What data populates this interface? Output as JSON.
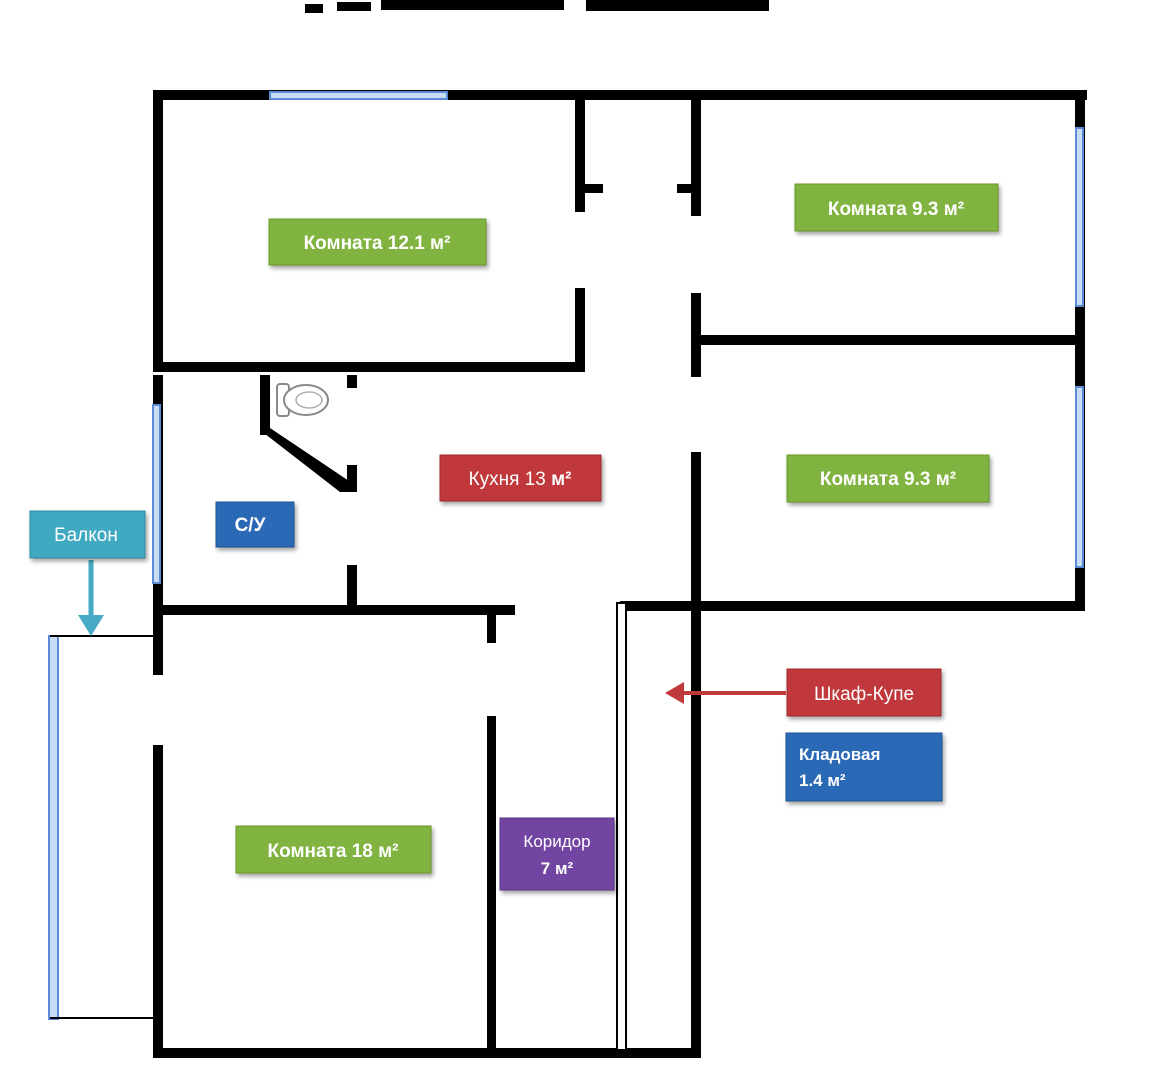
{
  "colors": {
    "wall": "#000000",
    "window_fill": "#c9dcf5",
    "window_stroke": "#5b8bd6",
    "green_label": "#80b340",
    "red_label": "#c0393b",
    "blue_label": "#2c69b6",
    "purple_label": "#7344a2",
    "cyan_label": "#3fa9c2",
    "cyan_arrow": "#47aac4",
    "red_arrow": "#c0393b"
  },
  "rooms": {
    "room_top_left": "Комната 12.1 м²",
    "room_top_right": "Комната 9.3 м²",
    "room_mid_right": "Комната 9.3 м²",
    "room_bottom_left": "Комната 18 м²",
    "kitchen_name": "Кухня 13",
    "kitchen_unit": "м²",
    "bathroom": "С/У",
    "corridor_line1": "Коридор",
    "corridor_line2": "7 м²",
    "storage_line1": "Кладовая",
    "storage_line2": "1.4 м²"
  },
  "annotations": {
    "balcony": "Балкон",
    "wardrobe": "Шкаф-Купе"
  },
  "icons": {
    "toilet": "toilet-icon",
    "balcony_arrow": "arrow-down-icon",
    "wardrobe_arrow": "arrow-left-icon"
  }
}
